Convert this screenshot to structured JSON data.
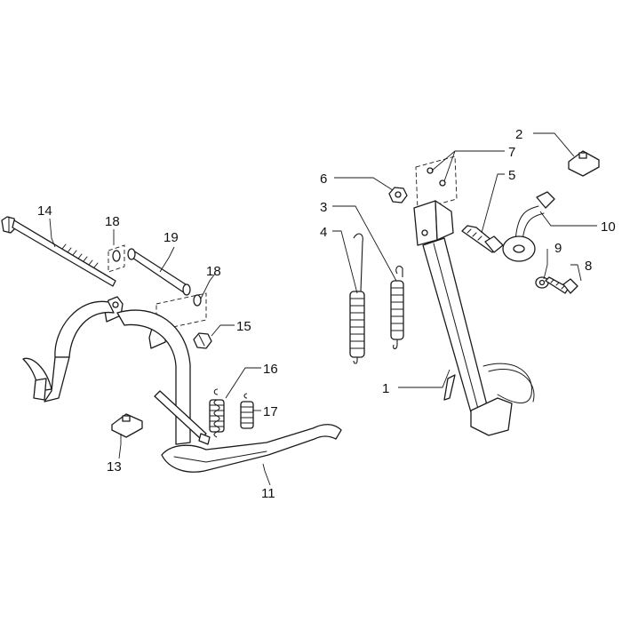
{
  "callouts": [
    {
      "id": "c1",
      "text": "1"
    },
    {
      "id": "c2",
      "text": "2"
    },
    {
      "id": "c3",
      "text": "3"
    },
    {
      "id": "c4",
      "text": "4"
    },
    {
      "id": "c5",
      "text": "5"
    },
    {
      "id": "c6",
      "text": "6"
    },
    {
      "id": "c7",
      "text": "7"
    },
    {
      "id": "c8",
      "text": "8"
    },
    {
      "id": "c9",
      "text": "9"
    },
    {
      "id": "c10",
      "text": "10"
    },
    {
      "id": "c11",
      "text": "11"
    },
    {
      "id": "c12",
      "text": "13"
    },
    {
      "id": "c13",
      "text": "14"
    },
    {
      "id": "c14",
      "text": "15"
    },
    {
      "id": "c15",
      "text": "16"
    },
    {
      "id": "c16",
      "text": "17"
    },
    {
      "id": "c17",
      "text": "18"
    },
    {
      "id": "c18",
      "text": "18"
    },
    {
      "id": "c19",
      "text": "19"
    }
  ],
  "colors": {
    "line": "#1a1a1a",
    "background": "#ffffff"
  }
}
